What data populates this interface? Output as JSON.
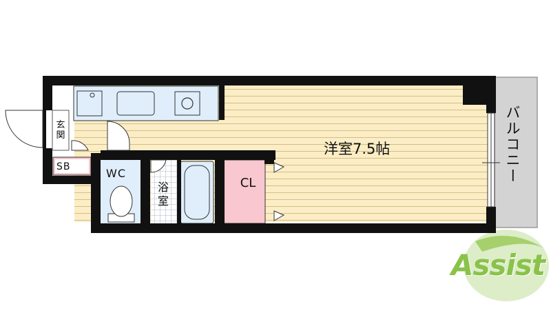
{
  "floorplan": {
    "rooms": {
      "western_room": "洋室7.5帖",
      "closet": "CL",
      "bathroom": "浴室",
      "toilet": "WC",
      "entrance": "玄関",
      "shoe_box": "SB",
      "balcony": "バルコニー"
    }
  },
  "branding": {
    "logo_text": "Assist"
  },
  "colors": {
    "wall": "#111111",
    "flooring": "#fbedc5",
    "floor_stripe": "#d6bd86",
    "wet_area": "#dfeefa",
    "closet": "#f8c7cf",
    "balcony": "#d3d3d3",
    "logo_green": "#8ac24a"
  },
  "icons": [
    "sink-icon",
    "stove-icon",
    "toilet-icon",
    "bathtub-icon",
    "door-swing-icon",
    "logo-emblem-icon"
  ]
}
